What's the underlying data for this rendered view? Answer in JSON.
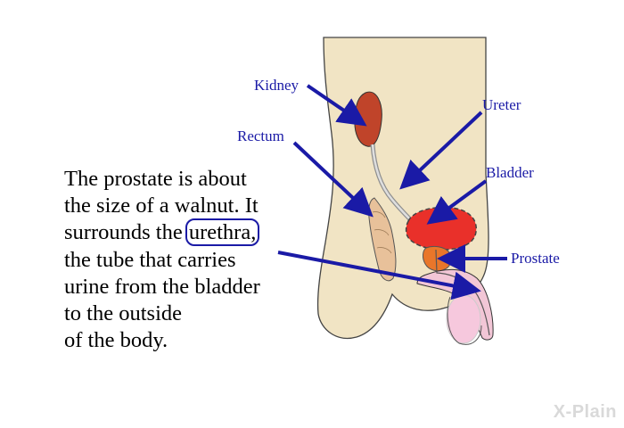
{
  "labels": {
    "kidney": "Kidney",
    "rectum": "Rectum",
    "ureter": "Ureter",
    "bladder": "Bladder",
    "prostate": "Prostate"
  },
  "text": {
    "line1": "The prostate is about",
    "line2": "the size of a walnut. It",
    "line3_pre": "surrounds the ",
    "line3_hl": "urethra,",
    "line4": "the tube that carries",
    "line5": "urine from the bladder",
    "line6": "to the outside",
    "line7": "of the body."
  },
  "logo": "X-Plain",
  "colors": {
    "skin": "#f1e4c4",
    "kidney": "#c0442a",
    "rectum": "#e8c19a",
    "bladder": "#e9302a",
    "prostate": "#e9762a",
    "testis": "#f6c8dd",
    "arrow": "#1a1aa6"
  }
}
